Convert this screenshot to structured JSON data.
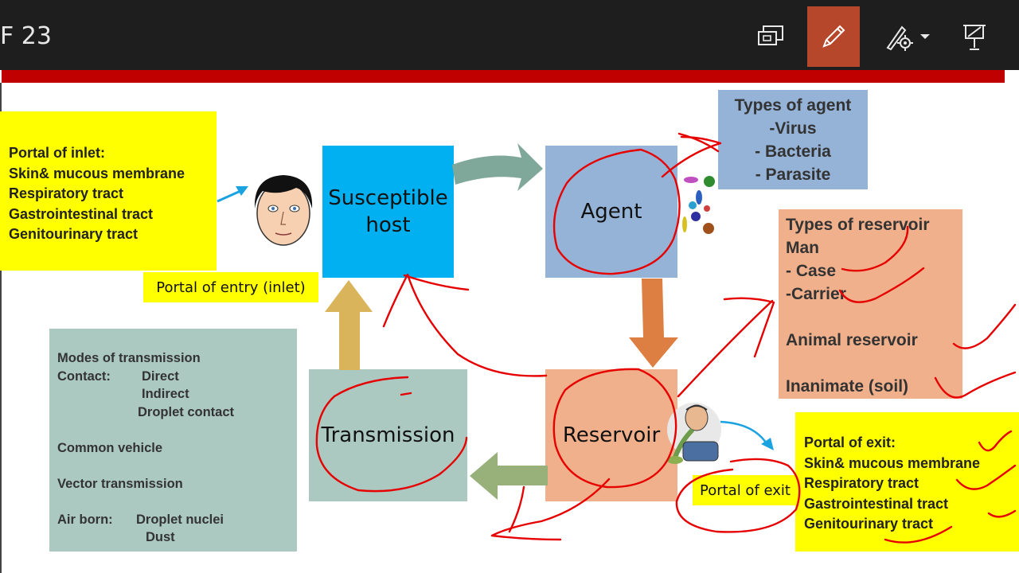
{
  "toolbar": {
    "slide_counter": "F 23",
    "buttons": [
      "present-screen-icon",
      "pen-icon",
      "laser-pointer-icon",
      "pointer-options-icon"
    ]
  },
  "colors": {
    "toolbar": "#1e1e1e",
    "pen_active": "#b7472a",
    "title_bar": "#c00000",
    "ink": "#e60000",
    "host": "#00b0f0",
    "agent": "#95b3d7",
    "reservoir": "#f0b08b",
    "transmission": "#abc9c1",
    "yellow": "#ffff00"
  },
  "slide": {
    "inlet_box": {
      "lines": [
        "Portal of inlet:",
        "Skin& mucous membrane",
        "Respiratory tract",
        "Gastrointestinal tract",
        "Genitourinary tract"
      ]
    },
    "entry_label": "Portal of entry (inlet)",
    "host": {
      "line1": "Susceptible",
      "line2": "host"
    },
    "agent": "Agent",
    "agent_types": {
      "title": "Types of agent",
      "items": [
        "-Virus",
        "- Bacteria",
        "- Parasite"
      ]
    },
    "reservoir_types": {
      "lines": [
        "Types of reservoir",
        "Man",
        "- Case",
        "-Carrier",
        "",
        "Animal reservoir",
        "",
        "Inanimate (soil)"
      ]
    },
    "reservoir": "Reservoir",
    "transmission": "Transmission",
    "modes": {
      "title": "Modes of transmission",
      "contact": "Contact:",
      "direct": "Direct",
      "indirect": "Indirect",
      "droplet_contact": "Droplet contact",
      "common_vehicle": "Common vehicle",
      "vector": "Vector transmission",
      "air_born": "Air born:",
      "droplet_nuclei": "Droplet nuclei",
      "dust": "Dust"
    },
    "exit_box": {
      "lines": [
        "Portal of exit:",
        "Skin& mucous membrane",
        "Respiratory tract",
        "Gastrointestinal tract",
        "Genitourinary tract"
      ]
    },
    "exit_label": "Portal of exit"
  }
}
